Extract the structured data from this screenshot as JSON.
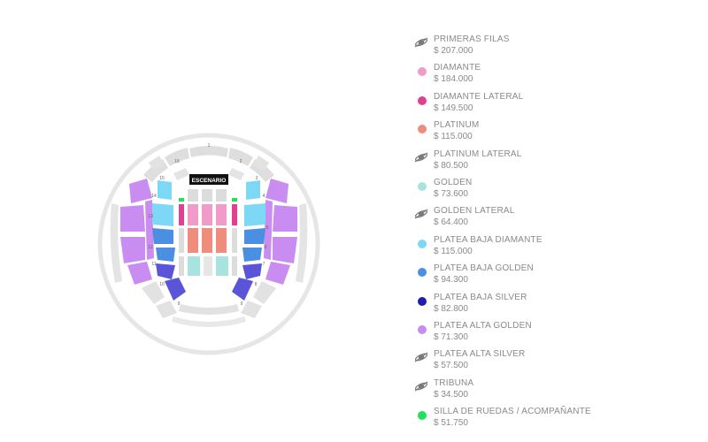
{
  "stage": {
    "label": "ESCENARIO"
  },
  "sections": {
    "top_numbers": [
      "1",
      "16",
      "2",
      "15",
      "3"
    ],
    "side_left": [
      "14",
      "13",
      "12",
      "11",
      "10"
    ],
    "side_right": [
      "4",
      "5",
      "6",
      "7",
      "8"
    ],
    "bottom_numbers": [
      "9",
      "9"
    ]
  },
  "legend": [
    {
      "name": "PRIMERAS FILAS",
      "price": "$ 207.000",
      "color": "#9e9e9e",
      "icon": "soldout-icon",
      "available": false
    },
    {
      "name": "DIAMANTE",
      "price": "$ 184.000",
      "color": "#f29ac9",
      "icon": "dot",
      "available": true
    },
    {
      "name": "DIAMANTE LATERAL",
      "price": "$ 149.500",
      "color": "#e0408f",
      "icon": "dot",
      "available": true
    },
    {
      "name": "PLATINUM",
      "price": "$ 115.000",
      "color": "#ef8d7d",
      "icon": "dot",
      "available": true
    },
    {
      "name": "PLATINUM LATERAL",
      "price": "$ 80.500",
      "color": "#9e9e9e",
      "icon": "soldout-icon",
      "available": false
    },
    {
      "name": "GOLDEN",
      "price": "$ 73.600",
      "color": "#a8e3e0",
      "icon": "dot",
      "available": true
    },
    {
      "name": "GOLDEN LATERAL",
      "price": "$ 64.400",
      "color": "#9e9e9e",
      "icon": "soldout-icon",
      "available": false
    },
    {
      "name": "PLATEA BAJA DIAMANTE",
      "price": "$ 115.000",
      "color": "#7dd8f5",
      "icon": "dot",
      "available": true
    },
    {
      "name": "PLATEA BAJA GOLDEN",
      "price": "$ 94.300",
      "color": "#4a8fe2",
      "icon": "dot",
      "available": true
    },
    {
      "name": "PLATEA BAJA SILVER",
      "price": "$ 82.800",
      "color": "#1e1eb0",
      "icon": "dot",
      "available": true
    },
    {
      "name": "PLATEA ALTA GOLDEN",
      "price": "$ 71.300",
      "color": "#c98cf0",
      "icon": "dot",
      "available": true
    },
    {
      "name": "PLATEA ALTA SILVER",
      "price": "$ 57.500",
      "color": "#9e9e9e",
      "icon": "soldout-icon",
      "available": false
    },
    {
      "name": "TRIBUNA",
      "price": "$ 34.500",
      "color": "#9e9e9e",
      "icon": "soldout-icon",
      "available": false
    },
    {
      "name": "SILLA DE RUEDAS / ACOMPAÑANTE",
      "price": "$ 51.750",
      "color": "#22e05a",
      "icon": "dot",
      "available": true
    }
  ]
}
